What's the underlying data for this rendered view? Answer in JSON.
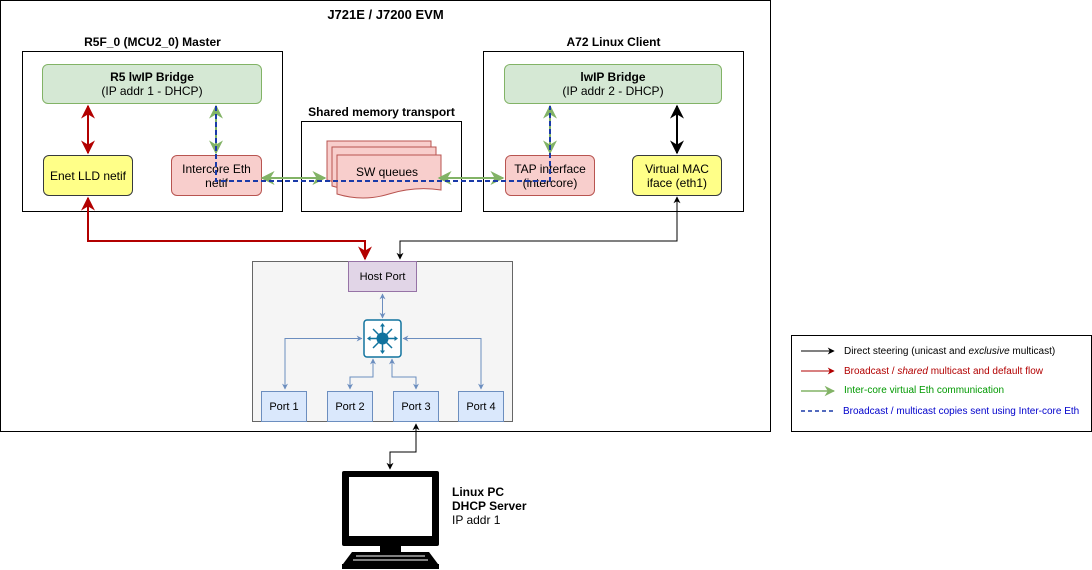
{
  "evm": {
    "title": "J721E / J7200 EVM"
  },
  "r5f": {
    "title": "R5F_0 (MCU2_0) Master",
    "bridge": {
      "title": "R5 lwIP Bridge",
      "subtitle": "(IP addr 1 - DHCP)"
    },
    "enet_lld": "Enet LLD netif",
    "intercore": {
      "line1": "Intercore Eth",
      "line2": "netif"
    }
  },
  "shm": {
    "title": "Shared memory transport",
    "queues": "SW queues"
  },
  "a72": {
    "title": "A72 Linux Client",
    "bridge": {
      "title": "lwIP Bridge",
      "subtitle": "(IP addr 2 - DHCP)"
    },
    "tap": {
      "line1": "TAP interface",
      "line2": "(intercore)"
    },
    "vmac": {
      "line1": "Virtual MAC",
      "line2": "iface (eth1)"
    }
  },
  "switch": {
    "host_port": "Host Port",
    "ports": [
      "Port 1",
      "Port 2",
      "Port 3",
      "Port 4"
    ]
  },
  "pc": {
    "line1": "Linux PC",
    "line2": "DHCP Server",
    "line3": "IP addr 1"
  },
  "legend": {
    "direct": {
      "prefix": "Direct steering (unicast and ",
      "em": "exclusive",
      "suffix": " multicast)",
      "color": "#000000"
    },
    "broadcast": {
      "prefix": "Broadcast / ",
      "em": "shared",
      "suffix": " multicast and default flow",
      "color": "#b20000"
    },
    "intercore": {
      "text": "Inter-core virtual Eth communication",
      "color": "#009900"
    },
    "copies": {
      "text": "Broadcast / multicast copies sent using Inter-core Eth",
      "color": "#0000cc"
    }
  },
  "colors": {
    "red_line": "#b20000",
    "green_line": "#82b366",
    "blue_dash": "#1a3aa8",
    "port_line": "#6c8ebf"
  }
}
